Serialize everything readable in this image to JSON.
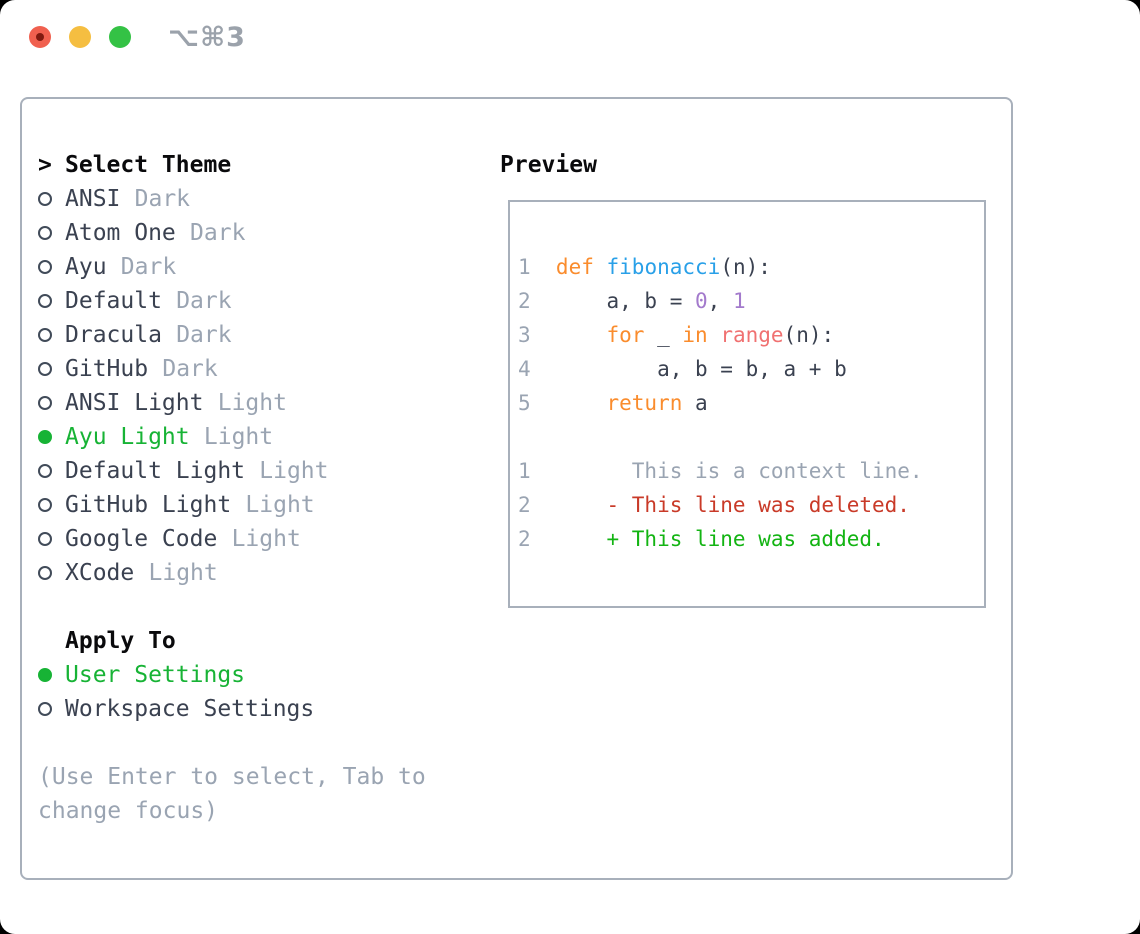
{
  "window": {
    "title": "⌥⌘3",
    "traffic_lights": [
      {
        "name": "close"
      },
      {
        "name": "minimize"
      },
      {
        "name": "zoom"
      }
    ]
  },
  "theme_panel": {
    "prompt": ">",
    "header": "Select Theme",
    "themes": [
      {
        "name": "ANSI",
        "variant": "Dark",
        "selected": false
      },
      {
        "name": "Atom One",
        "variant": "Dark",
        "selected": false
      },
      {
        "name": "Ayu",
        "variant": "Dark",
        "selected": false
      },
      {
        "name": "Default",
        "variant": "Dark",
        "selected": false
      },
      {
        "name": "Dracula",
        "variant": "Dark",
        "selected": false
      },
      {
        "name": "GitHub",
        "variant": "Dark",
        "selected": false
      },
      {
        "name": "ANSI Light",
        "variant": "Light",
        "selected": false
      },
      {
        "name": "Ayu Light",
        "variant": "Light",
        "selected": true
      },
      {
        "name": "Default Light",
        "variant": "Light",
        "selected": false
      },
      {
        "name": "GitHub Light",
        "variant": "Light",
        "selected": false
      },
      {
        "name": "Google Code",
        "variant": "Light",
        "selected": false
      },
      {
        "name": "XCode",
        "variant": "Light",
        "selected": false
      }
    ],
    "apply_to": {
      "header": "Apply To",
      "options": [
        {
          "label": "User Settings",
          "selected": true
        },
        {
          "label": "Workspace Settings",
          "selected": false
        }
      ]
    },
    "help_lines": [
      "(Use Enter to select, Tab to",
      "change focus)"
    ]
  },
  "preview": {
    "header": "Preview",
    "code_lines": [
      {
        "num": "1",
        "segments": [
          {
            "t": "def",
            "c": "kw"
          },
          {
            "t": " ",
            "c": "plain"
          },
          {
            "t": "fibonacci",
            "c": "fn"
          },
          {
            "t": "(n):",
            "c": "plain"
          }
        ]
      },
      {
        "num": "2",
        "segments": [
          {
            "t": "    a, b = ",
            "c": "plain"
          },
          {
            "t": "0",
            "c": "num"
          },
          {
            "t": ", ",
            "c": "plain"
          },
          {
            "t": "1",
            "c": "num"
          }
        ]
      },
      {
        "num": "3",
        "segments": [
          {
            "t": "    ",
            "c": "plain"
          },
          {
            "t": "for",
            "c": "kw"
          },
          {
            "t": " _ ",
            "c": "plain"
          },
          {
            "t": "in",
            "c": "kw"
          },
          {
            "t": " ",
            "c": "plain"
          },
          {
            "t": "range",
            "c": "builtin"
          },
          {
            "t": "(n):",
            "c": "plain"
          }
        ]
      },
      {
        "num": "4",
        "segments": [
          {
            "t": "        a, b = b, a + b",
            "c": "plain"
          }
        ]
      },
      {
        "num": "5",
        "segments": [
          {
            "t": "    ",
            "c": "plain"
          },
          {
            "t": "return",
            "c": "kw"
          },
          {
            "t": " a",
            "c": "plain"
          }
        ]
      },
      {
        "num": "",
        "segments": []
      },
      {
        "num": "1",
        "segments": [
          {
            "t": "      This is a context line.",
            "c": "ctx"
          }
        ]
      },
      {
        "num": "2",
        "segments": [
          {
            "t": "    - This line was deleted.",
            "c": "del"
          }
        ]
      },
      {
        "num": "2",
        "segments": [
          {
            "t": "    + This line was added.",
            "c": "add"
          }
        ]
      }
    ]
  },
  "colors": {
    "accent_green": "#17b335",
    "kw_orange": "#fa8c2d",
    "fn_blue": "#29a0e8",
    "num_purple": "#a37acc",
    "builtin_coral": "#f07171",
    "diff_red": "#c93a28",
    "diff_green": "#13b413",
    "muted": "#9aa4b2",
    "text_dark": "#3a4150",
    "border_gray": "#a8b0bb",
    "title_gray": "#9ba2ab",
    "black": "#0a0a0c",
    "radio_border": "#414b59",
    "traffic_red": "#f0604f",
    "traffic_red_dot": "#7f1a10",
    "traffic_yellow": "#f5be41",
    "traffic_green": "#34c245"
  }
}
